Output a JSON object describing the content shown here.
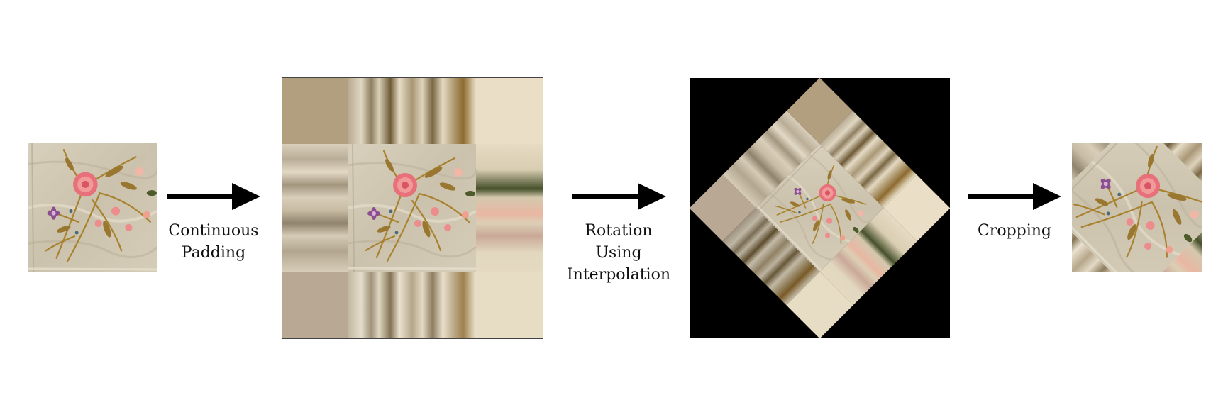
{
  "steps": [
    {
      "id": "original",
      "kind": "image"
    },
    {
      "id": "step1",
      "kind": "arrow",
      "label_lines": [
        "Continuous",
        "Padding"
      ]
    },
    {
      "id": "padded",
      "kind": "image"
    },
    {
      "id": "step2",
      "kind": "arrow",
      "label_lines": [
        "Rotation",
        "Using",
        "Interpolation"
      ]
    },
    {
      "id": "rotated",
      "kind": "image"
    },
    {
      "id": "step3",
      "kind": "arrow",
      "label_lines": [
        "Cropping"
      ]
    },
    {
      "id": "cropped",
      "kind": "image"
    }
  ],
  "colors": {
    "silk": "#cfc6b2",
    "silk_light": "#ddd6c4",
    "silk_shadow": "#b4aa93",
    "pad_top_left": "#b19f80",
    "pad_top_right": "#eadfc6",
    "pad_bottom_left": "#b8a894",
    "pad_bottom_right": "#e7dcc4",
    "flower_pink": "#e8707a",
    "flower_purple": "#8a4f8f",
    "stem_gold": "#a8822f",
    "leaf_green": "#4d5a2a",
    "arrow": "#000000",
    "void": "#000000"
  }
}
